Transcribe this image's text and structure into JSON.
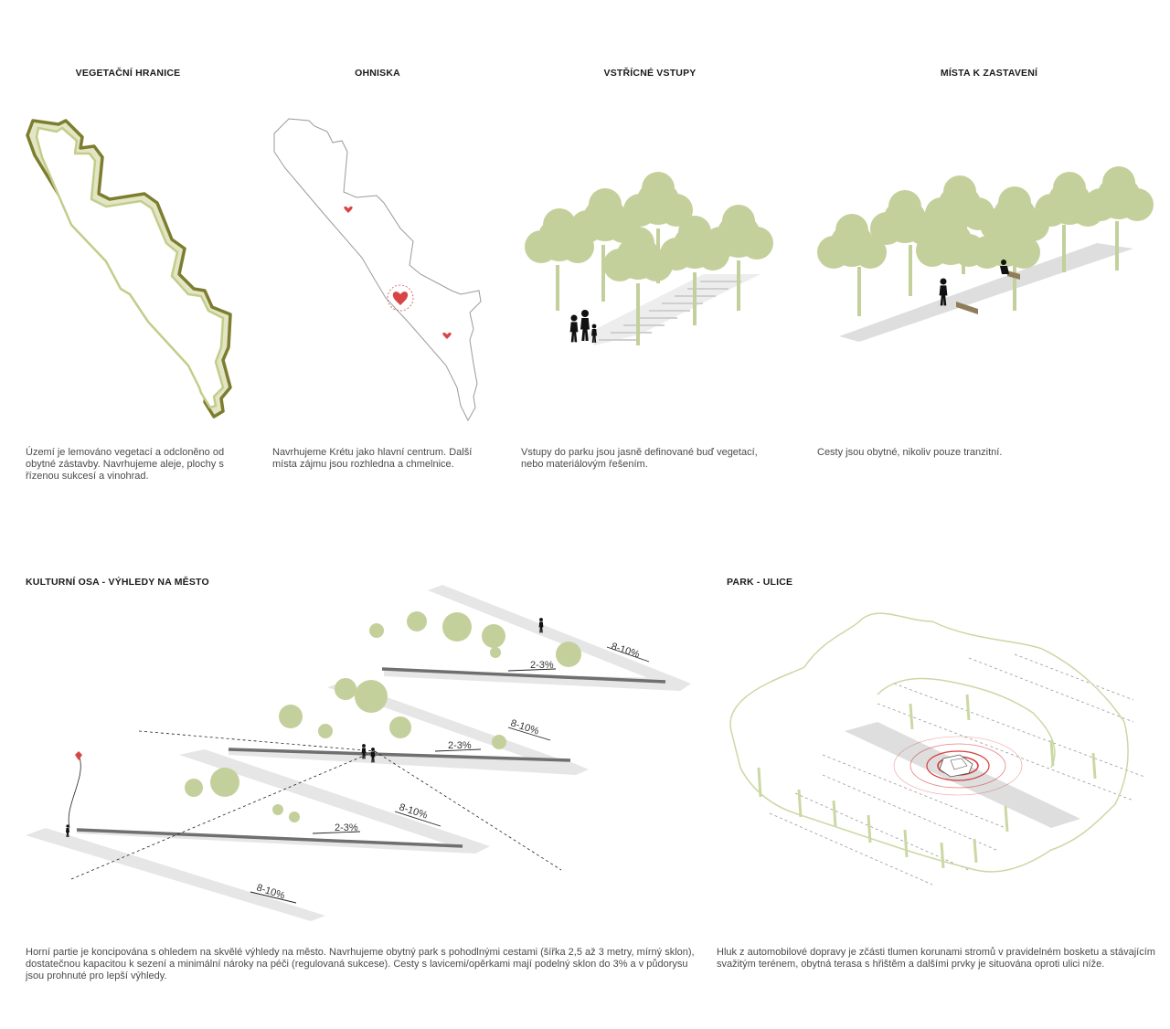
{
  "panels": [
    {
      "title": "VEGETAČNÍ HRANICE",
      "text": "Území je lemováno vegetací a odcloněno od obytné zástavby. Navrhujeme aleje, plochy s řízenou sukcesí a vinohrad."
    },
    {
      "title": "OHNISKA",
      "text": "Navrhujeme Krétu jako hlavní centrum. Další místa zájmu jsou rozhledna a chmelnice."
    },
    {
      "title": "VSTŘÍCNÉ VSTUPY",
      "text": "Vstupy do parku jsou jasně definované buď vegetací, nebo materiálovým řešením."
    },
    {
      "title": "MÍSTA K ZASTAVENÍ",
      "text": "Cesty jsou obytné, nikoliv pouze tranzitní."
    },
    {
      "title": "KULTURNÍ OSA - VÝHLEDY NA MĚSTO",
      "text": "Horní partie je koncipována s ohledem na skvělé výhledy na město. Navrhujeme obytný park s pohodlnými cestami (šířka 2,5 až 3 metry, mírný sklon), dostatečnou kapacitou k sezení a minimální nároky na péči (regulovaná sukcese). Cesty s lavicemi/opěrkami mají podelný sklon do 3% a v půdorysu jsou prohnuté pro lepší výhledy."
    },
    {
      "title": "PARK - ULICE",
      "text": "Hluk z automobilové dopravy je zčásti tlumen korunami stromů v pravidelném bosketu a stávajícím svažitým terénem, obytná terasa s hřištěm a dalšími prvky je situována oproti ulici níže."
    }
  ],
  "slope_labels": {
    "a": "8-10%",
    "b": "2-3%",
    "c": "8-10%",
    "d": "2-3%",
    "e": "8-10%",
    "f": "2-3%",
    "g": "8-10%"
  },
  "colors": {
    "tree": "#c3d09b",
    "tree_outline": "#cbd8a4",
    "boundary": "#8a8a3a",
    "heart": "#d94545",
    "path": "#e6e6e6",
    "bench": "#6f6f6f",
    "silhouette": "#111111",
    "noise": "#d83c3c"
  },
  "icons": [
    "heart-icon",
    "tree-icon",
    "person-icon",
    "bench-icon",
    "car-icon",
    "kite-icon"
  ]
}
